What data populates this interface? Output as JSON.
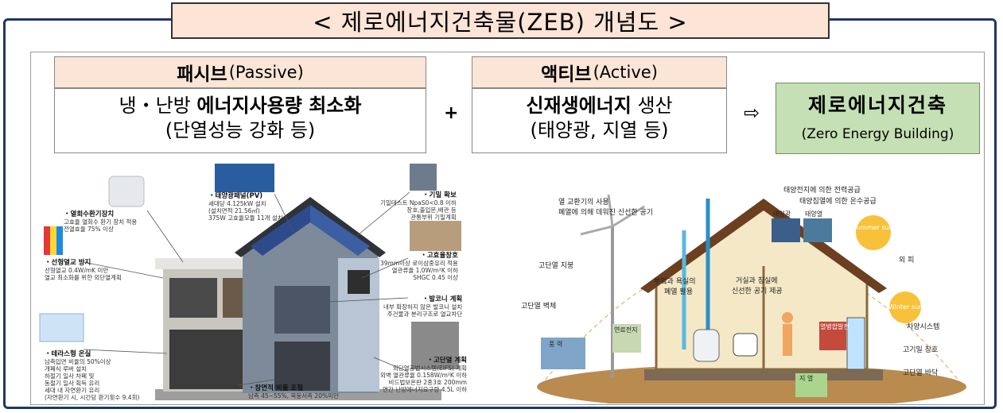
{
  "title": "< 제로에너지건축물(ZEB) 개념도 >",
  "passive": {
    "head_bold": "패시브",
    "head_rest": "(Passive)",
    "line1_a": "냉・난방 ",
    "line1_b": "에너지사용량 최소화",
    "line2": "(단열성능 강화 등)"
  },
  "plus": "+",
  "active": {
    "head_bold": "액티브",
    "head_rest": "(Active)",
    "line1_a": "신재생에너지",
    "line1_b": " 생산",
    "line2": "(태양광, 지열 등)"
  },
  "arrow": "⇨",
  "zeb": {
    "line1": "제로에너지건축",
    "line2": "(Zero Energy Building)"
  },
  "left_annotations": {
    "heat_recovery": {
      "head": "・열회수환기장치",
      "l1": "고효율 열회수 환기 장치 적용",
      "l2": "전열효율 75% 이상"
    },
    "thermal_bridge": {
      "head": "・선형열교 방지",
      "l1": "선형열교 0.4W/mK 미만",
      "l2": "열교 최소화를 위한 외단열계획"
    },
    "terrace": {
      "head": "・테라스형 온실",
      "l1": "남측입면 비율의 50%이상",
      "l2": "개폐식 루버 설치",
      "l3": "하절기 일사 차폐 및",
      "l4": "동절기 일사 획득 유리",
      "l5": "세대 내 자연환기 유리",
      "l6": "(자연환기 시, 시간당 환기횟수 9.4회)"
    },
    "pv": {
      "head": "・태양광패널(PV)",
      "l1": "세대당 4.125kW 설치",
      "l2": "(설치면적 21.56㎡)",
      "l3": "375W 고효율모듈 11개 설치"
    },
    "airtight": {
      "head": "・기밀 확보",
      "l1": "기밀테스트 NpaS0<0.8 이하",
      "l2": "창호,출입문,배관 등",
      "l3": "관통부위 기밀계획"
    },
    "window": {
      "head": "・고효율창호",
      "l1": "39mm이상 로이삼중유리 적용",
      "l2": "열관류율 1.0W/m²K 이하",
      "l3": "SHGC 0.45 이상"
    },
    "balcony": {
      "head": "・발코니 계획",
      "l1": "내부 확장하지 않은 발코니 설치",
      "l2": "주건물과 분리구조로 열교차단"
    },
    "insulation": {
      "head": "・고단열 계획",
      "l1": "외단열공법시스템(EIFS) 계획",
      "l2": "외벽 열관류율 0.158W/m²K 이하",
      "l3": "비드법보온판 2종3호 200mm",
      "l4": "연간 난방에너지요구량 4.5L 이하"
    },
    "wwr": {
      "head": "・창면적 비율 조절",
      "l1": "남측 45~55%, 북동서측 20%미만"
    }
  },
  "right_labels": {
    "ventilation": "열 교환기의 사용",
    "ventilation2": "폐열에 의해 데워진 신선한 공기",
    "pv_power": "태양전지에 의한 전력공급",
    "solar_hw": "태양집열에 의한 온수공급",
    "panel1": "태양광",
    "panel2": "태양열",
    "summer": "Summer sun",
    "winter": "Winter sun",
    "roof": "고단열 지붕",
    "wall": "고단열 벽체",
    "kitchen": "부엌과 욕실의",
    "kitchen2": "폐열 활용",
    "living": "거실과 침실에",
    "living2": "신선한 공기 제공",
    "eaves": "외 피",
    "shading": "차양시스템",
    "window": "고기밀 창호",
    "floor": "고단열 바닥",
    "wind": "풍 력",
    "fuelcell": "연료전지",
    "chp": "열병합발전",
    "geo": "지 열"
  },
  "colors": {
    "frame": "#1f3864",
    "title_bg": "#fce4d6",
    "head_bg": "#fbe5d6",
    "zeb_bg": "#c5e0b4"
  }
}
